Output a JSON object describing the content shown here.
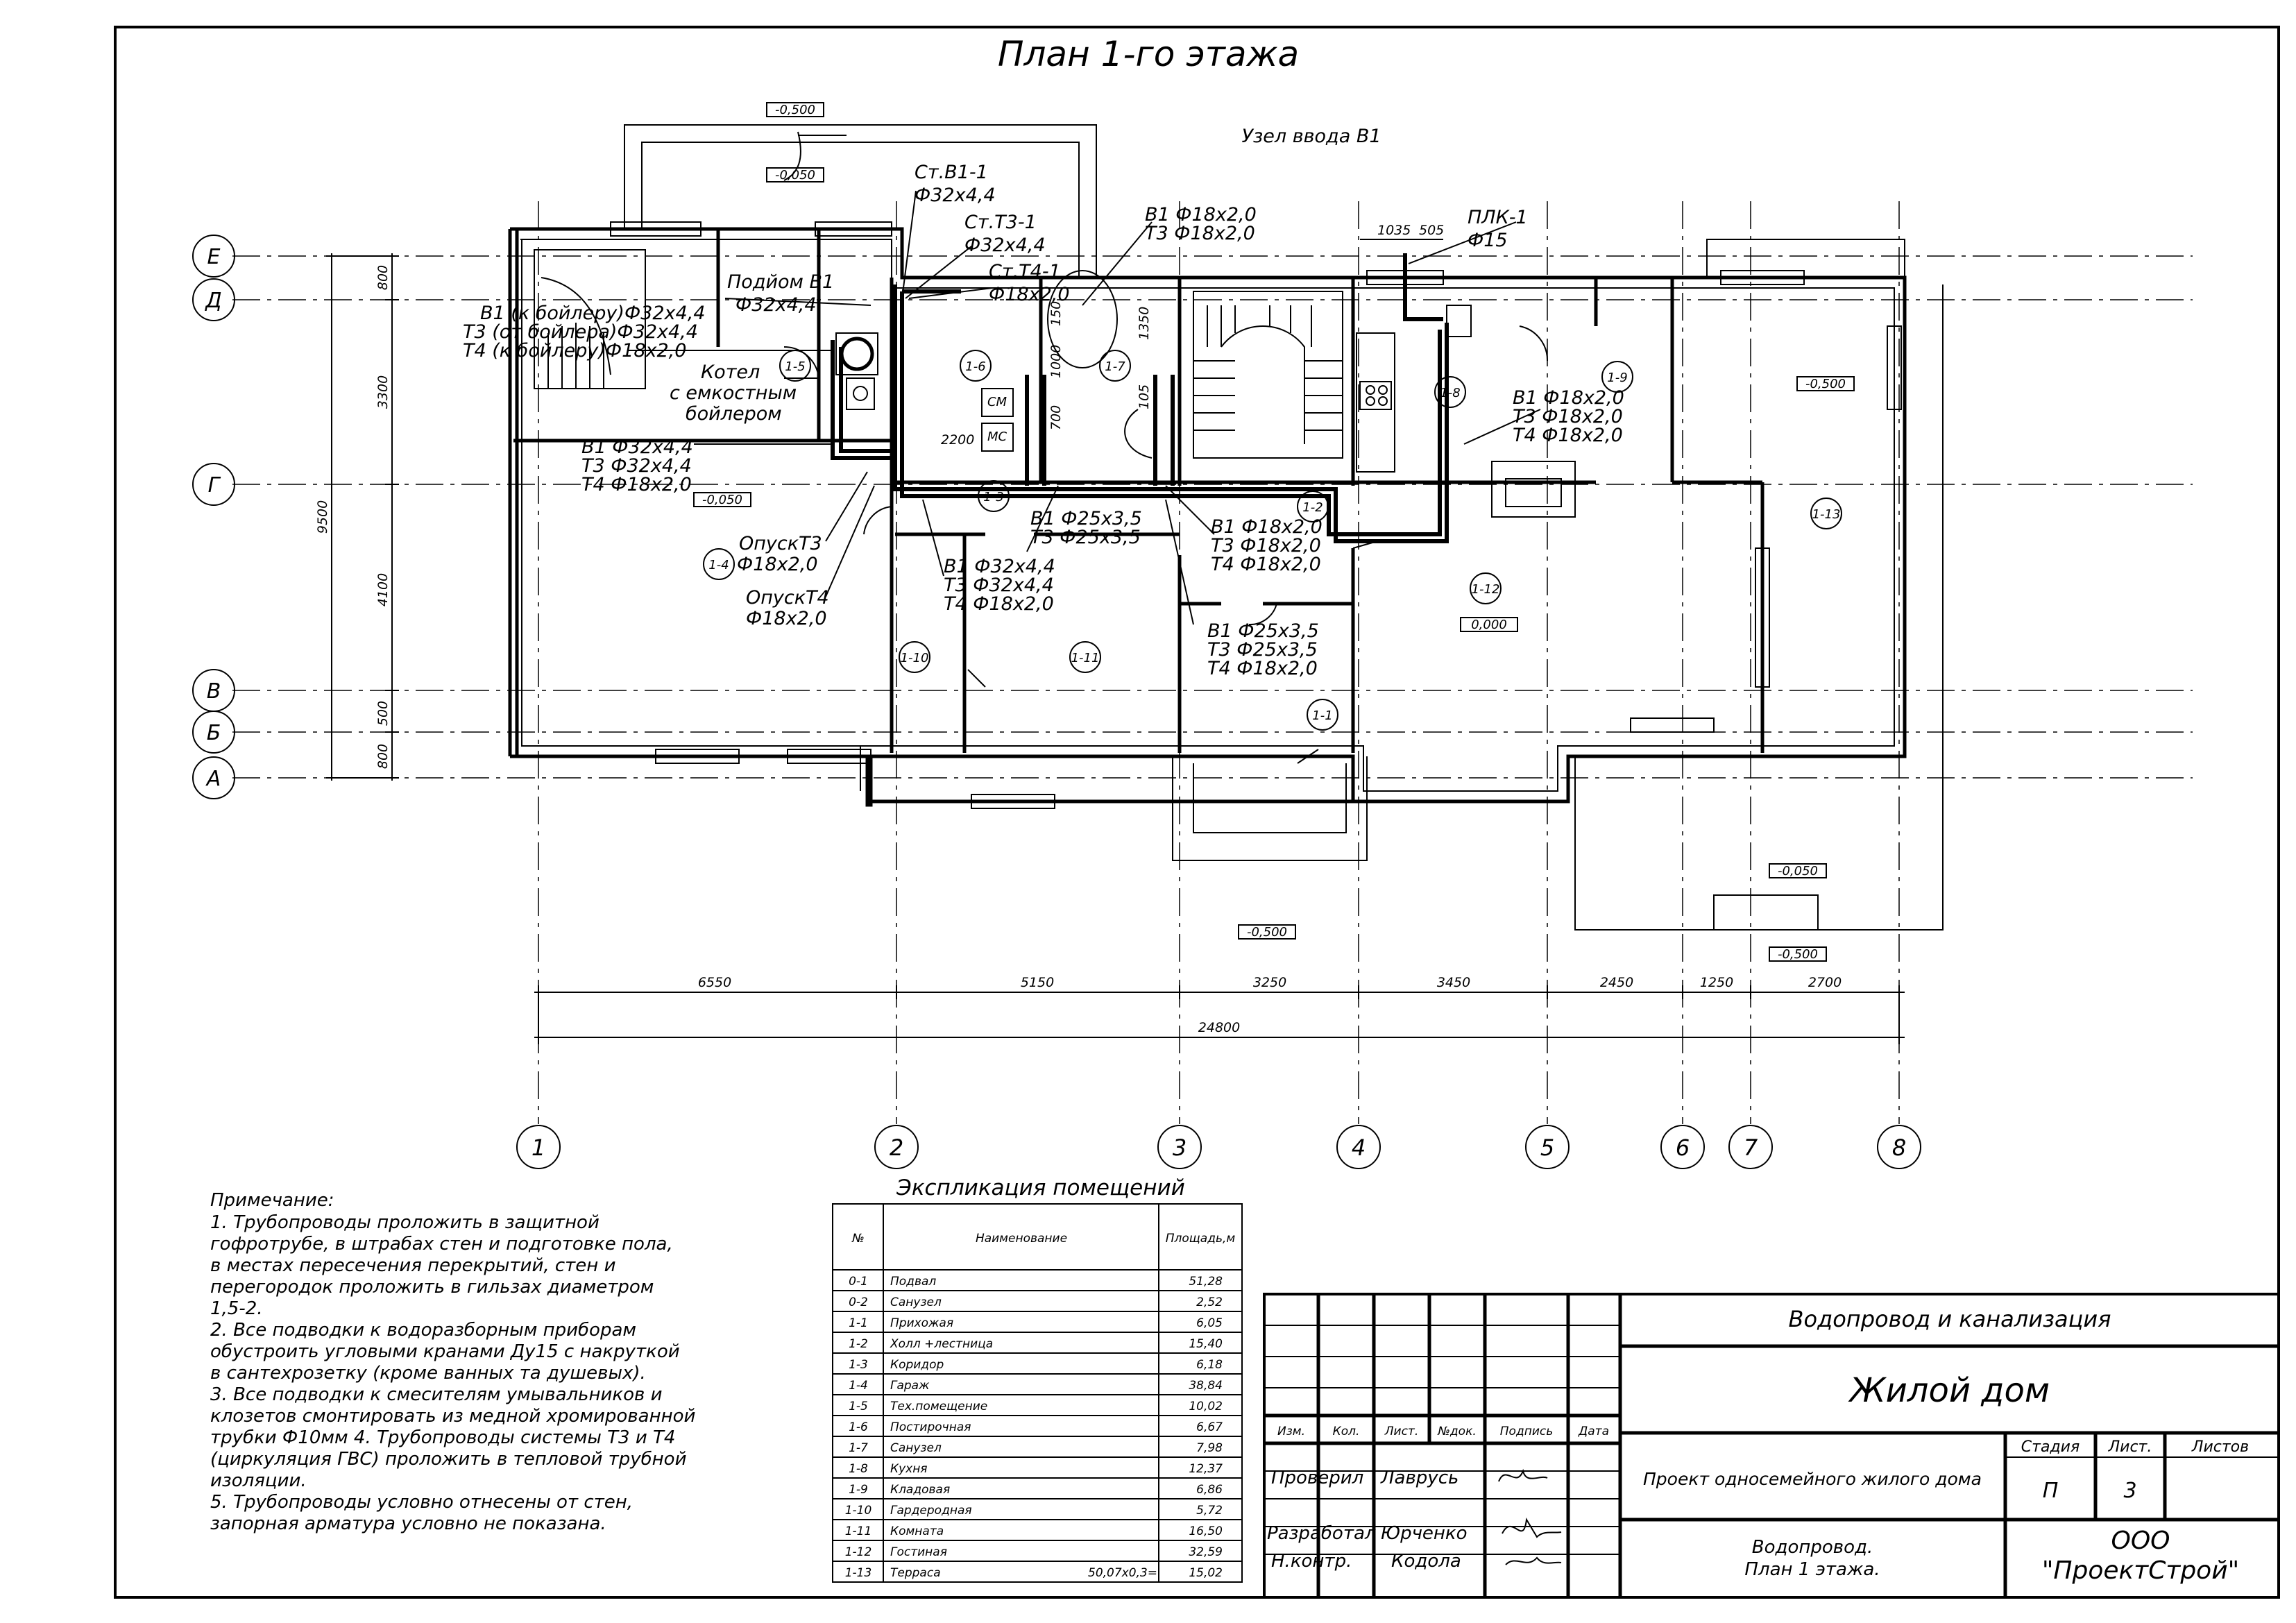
{
  "sheet": {
    "title": "План 1-го этажа",
    "uzel": "Узел ввода В1"
  },
  "axes": {
    "rows": [
      "Е",
      "Д",
      "Г",
      "В",
      "Б",
      "А"
    ],
    "cols": [
      "1",
      "2",
      "3",
      "4",
      "5",
      "6",
      "7",
      "8"
    ]
  },
  "dims": {
    "horizontal": [
      "6550",
      "5150",
      "3250",
      "3450",
      "2450",
      "1250",
      "2700"
    ],
    "total": "24800",
    "vertical": [
      "800",
      "3300",
      "4100",
      "500",
      "800"
    ],
    "vertical_total": "9500",
    "top_small": [
      "1035",
      "505"
    ],
    "inner": [
      "2200",
      "700",
      "1000",
      "1350",
      "105",
      "150"
    ]
  },
  "levels": [
    "-0,500",
    "-0,050",
    "-0,050",
    "-0,500",
    "-0,050",
    "-0,500",
    "0,000",
    "-0,500"
  ],
  "rooms": [
    "1-1",
    "1-2",
    "1-3",
    "1-4",
    "1-5",
    "1-6",
    "1-7",
    "1-8",
    "1-9",
    "1-10",
    "1-11",
    "1-12",
    "1-13"
  ],
  "fixtures": [
    "СМ",
    "МС"
  ],
  "pipe_labels": {
    "st_v1_1": [
      "Ст.В1-1",
      "Ф32х4,4"
    ],
    "st_t3_1": [
      "Ст.Т3-1",
      "Ф32х4,4"
    ],
    "st_t4_1": [
      "Ст.Т4-1",
      "Ф18х2,0"
    ],
    "podiom": [
      "Подйом В1",
      "Ф32х4,4"
    ],
    "boiler": [
      "В1 (к бойлеру)Ф32х4,4",
      "Т3 (от бойлера)Ф32х4,4",
      "Т4 (к бойлеру)Ф18х2,0"
    ],
    "kotel": [
      "Котел",
      "с емкостным",
      "бойлером"
    ],
    "left_riser": [
      "В1 Ф32х4,4",
      "Т3 Ф32х4,4",
      "Т4 Ф18х2,0"
    ],
    "opusk_t3": [
      "ОпускТ3",
      "Ф18х2,0"
    ],
    "opusk_t4": [
      "ОпускТ4",
      "Ф18х2,0"
    ],
    "top_mid": [
      "В1 Ф18х2,0",
      "Т3 Ф18х2,0"
    ],
    "plk": [
      "ПЛК-1",
      "Ф15"
    ],
    "kitchen": [
      "В1 Ф18х2,0",
      "Т3 Ф18х2,0",
      "Т4 Ф18х2,0"
    ],
    "mid_v1": [
      "В1 Ф25х3,5",
      "Т3 Ф25х3,5"
    ],
    "center_right": [
      "В1 Ф18х2,0",
      "Т3 Ф18х2,0",
      "Т4 Ф18х2,0"
    ],
    "center_left": [
      "В1 Ф32х4,4",
      "Т3 Ф32х4,4",
      "Т4 Ф18х2,0"
    ],
    "lower_mid": [
      "В1 Ф25х3,5",
      "Т3 Ф25х3,5",
      "Т4 Ф18х2,0"
    ]
  },
  "notes": {
    "title": "Примечание:",
    "lines": [
      "1. Трубопроводы проложить в защитной",
      "гофротрубе, в штрабах стен и подготовке пола,",
      "в местах  пересечения перекрытий, стен и",
      "перегородок проложить в  гильзах диаметром",
      "1,5-2.",
      "2. Все подводки к водоразборным приборам",
      "обустроить угловыми кранами Ду15 с накруткой",
      "в сантехрозетку (кроме ванных та душевых).",
      "3. Все подводки к смесителям умывальников и",
      "клозетов смонтировать из медной хромированной",
      "трубки Ф10мм 4. Трубопроводы системы Т3 и Т4",
      "(циркуляция ГВС) проложить в тепловой трубной",
      "изоляции.",
      "5. Трубопроводы условно отнесены от стен,",
      "запорная арматура условно не показана."
    ]
  },
  "explication": {
    "title": "Экспликация помещений",
    "headers": [
      "№",
      "Наименование",
      "Площадь,м"
    ],
    "rows": [
      [
        "0-1",
        "Подвал",
        "51,28"
      ],
      [
        "0-2",
        "Санузел",
        "2,52"
      ],
      [
        "1-1",
        "Прихожая",
        "6,05"
      ],
      [
        "1-2",
        "Холл +лестница",
        "15,40"
      ],
      [
        "1-3",
        "Коридор",
        "6,18"
      ],
      [
        "1-4",
        "Гараж",
        "38,84"
      ],
      [
        "1-5",
        "Тех.помещение",
        "10,02"
      ],
      [
        "1-6",
        "Постирочная",
        "6,67"
      ],
      [
        "1-7",
        "Санузел",
        "7,98"
      ],
      [
        "1-8",
        "Кухня",
        "12,37"
      ],
      [
        "1-9",
        "Кладовая",
        "6,86"
      ],
      [
        "1-10",
        "Гардеродная",
        "5,72"
      ],
      [
        "1-11",
        "Комната",
        "16,50"
      ],
      [
        "1-12",
        "Гостиная",
        "32,59"
      ],
      [
        "1-13",
        "Терраса",
        "15,02"
      ]
    ],
    "terrace_note": "50,07х0,3="
  },
  "stamp": {
    "system": "Водопровод и канализация",
    "object": "Жилой дом",
    "col_headers": [
      "Изм.",
      "Кол.",
      "Лист.",
      "№док.",
      "Подпись",
      "Дата"
    ],
    "roles": [
      "Проверил",
      "Разработал",
      "Н.контр."
    ],
    "names": [
      "Лаврусь",
      "Юрченко",
      "Кодола"
    ],
    "project": "Проект односемейного жилого дома",
    "stage_headers": [
      "Стадия",
      "Лист.",
      "Листов"
    ],
    "stage": "П",
    "sheet_no": "3",
    "sheet_title": [
      "Водопровод.",
      "План 1 этажа."
    ],
    "company": [
      "ООО",
      "\"ПроектСтрой\""
    ]
  }
}
